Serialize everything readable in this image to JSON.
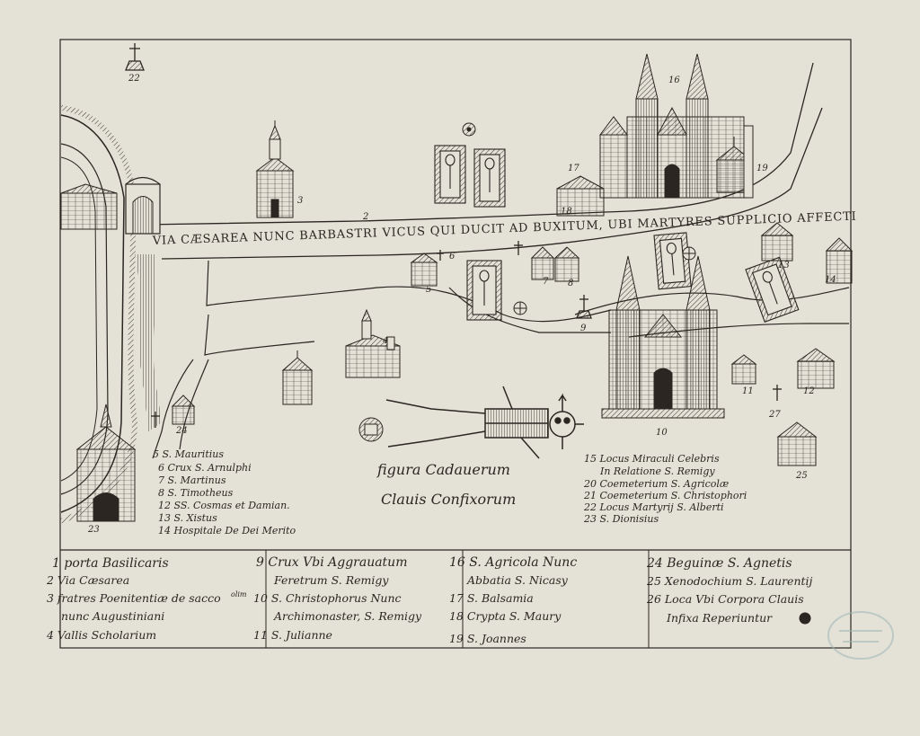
{
  "street_label": "VIA CÆSAREA NUNC BARBASTRI VICUS QUI DUCIT AD BUXITUM, UBI MARTYRES SUPPLICIO AFFECTI",
  "caption": {
    "line1": "figura Cadauerum",
    "line2": "Clauis Confixorum"
  },
  "map_numbers": {
    "n2": "2",
    "n3": "3",
    "n4": "4",
    "n5": "5",
    "n6": "6",
    "n7": "7",
    "n8": "8",
    "n9": "9",
    "n10": "10",
    "n11": "11",
    "n12": "12",
    "n13": "13",
    "n14": "14",
    "n16": "16",
    "n17": "17",
    "n18": "18",
    "n19": "19",
    "n22": "22",
    "n23": "23",
    "n24": "24",
    "n25": "25",
    "n27": "27"
  },
  "legend_left": [
    "5 S. Mauritius",
    "6 Crux S. Arnulphi",
    "7 S. Martinus",
    "8 S. Timotheus",
    "12 SS. Cosmas et Damian.",
    "13 S. Xistus",
    "14 Hospitale De Dei Merito"
  ],
  "legend_right": [
    "15 Locus Miraculi Celebris",
    "In Relatione S. Remigy",
    "20 Coemeterium S. Agricolæ",
    "21 Coemeterium S. Christophori",
    "22 Locus Martyrij S. Alberti",
    "23 S. Dionisius"
  ],
  "table": {
    "col1": [
      "1 porta Basilicaris",
      "2 Via Cæsarea",
      "3 fratres Poenitentiæ de sacco",
      "nunc Augustiniani",
      "4 Vallis Scholarium"
    ],
    "col1_note": "olim",
    "col2": [
      "9 Crux Vbi Aggrauatum",
      "Feretrum S. Remigy",
      "10 S. Christophorus Nunc",
      "Archimonaster, S. Remigy",
      "11 S. Julianne"
    ],
    "col3": [
      "16 S. Agricola Nunc",
      "Abbatia S. Nicasy",
      "17 S. Balsamia",
      "18 Crypta S. Maury",
      "19 S. Joannes"
    ],
    "col4": [
      "24 Beguinæ S. Agnetis",
      "25 Xenodochium S. Laurentij",
      "26 Loca Vbi Corpora Clauis",
      "Infixa Reperiuntur"
    ]
  },
  "colors": {
    "paper": "#e4e1d7",
    "ink": "#2b2621",
    "stamp": "#9fb7b6"
  },
  "icons": [
    "cross-icon",
    "church-icon",
    "cathedral-icon",
    "coffin-icon",
    "skeleton-icon",
    "roundel-icon",
    "library-stamp-icon"
  ]
}
